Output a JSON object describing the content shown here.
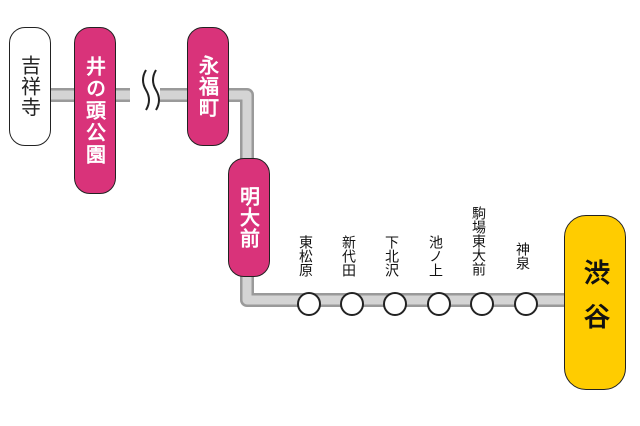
{
  "colors": {
    "track_fill": "#d4d4d4",
    "track_edge": "#9a9a9a",
    "magenta": "#d9337a",
    "yellow": "#ffcc00",
    "outline": "#222222"
  },
  "gap_symbol_icon": "wavy-break-icon",
  "major_stations": {
    "kichijoji": "吉祥寺",
    "inokashira_koen": "井の頭公園",
    "eifukucho": "永福町",
    "meidaimae": "明大前",
    "shibuya": "渋谷"
  },
  "minor_stations": [
    {
      "label": "東松原"
    },
    {
      "label": "新代田"
    },
    {
      "label": "下北沢"
    },
    {
      "label": "池ノ上"
    },
    {
      "label": "駒場東大前"
    },
    {
      "label": "神泉"
    }
  ]
}
